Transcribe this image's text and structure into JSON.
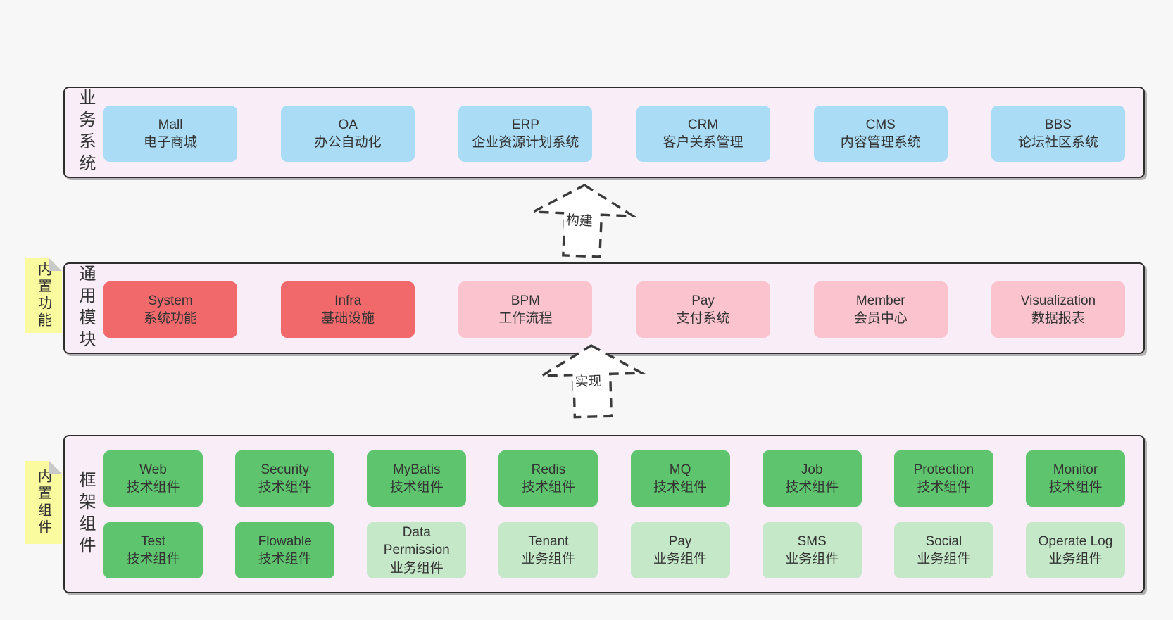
{
  "colors": {
    "page_bg": "#f7f7f7",
    "band_bg": "#f9eef8",
    "band_border": "#2e2e2e",
    "blue_box": "#aadcf5",
    "red_box": "#f2696c",
    "pink_box": "#fac3cd",
    "green_box": "#5ec46d",
    "light_green_box": "#c5e8c8",
    "sticky_yellow": "#fafa9e",
    "text": "#333333"
  },
  "arrows": [
    {
      "label": "构建"
    },
    {
      "label": "实现"
    }
  ],
  "bands": [
    {
      "label": "业务系统",
      "rows": [
        [
          {
            "en": "Mall",
            "zh": "电子商城"
          },
          {
            "en": "OA",
            "zh": "办公自动化"
          },
          {
            "en": "ERP",
            "zh": "企业资源计划系统"
          },
          {
            "en": "CRM",
            "zh": "客户关系管理"
          },
          {
            "en": "CMS",
            "zh": "内容管理系统"
          },
          {
            "en": "BBS",
            "zh": "论坛社区系统"
          }
        ]
      ]
    },
    {
      "label": "通用模块",
      "sticky": "内置功能",
      "rows": [
        [
          {
            "en": "System",
            "zh": "系统功能"
          },
          {
            "en": "Infra",
            "zh": "基础设施"
          },
          {
            "en": "BPM",
            "zh": "工作流程"
          },
          {
            "en": "Pay",
            "zh": "支付系统"
          },
          {
            "en": "Member",
            "zh": "会员中心"
          },
          {
            "en": "Visualization",
            "zh": "数据报表"
          }
        ]
      ]
    },
    {
      "label": "框架组件",
      "sticky": "内置组件",
      "rows": [
        [
          {
            "en": "Web",
            "zh": "技术组件"
          },
          {
            "en": "Security",
            "zh": "技术组件"
          },
          {
            "en": "MyBatis",
            "zh": "技术组件"
          },
          {
            "en": "Redis",
            "zh": "技术组件"
          },
          {
            "en": "MQ",
            "zh": "技术组件"
          },
          {
            "en": "Job",
            "zh": "技术组件"
          },
          {
            "en": "Protection",
            "zh": "技术组件"
          },
          {
            "en": "Monitor",
            "zh": "技术组件"
          }
        ],
        [
          {
            "en": "Test",
            "zh": "技术组件"
          },
          {
            "en": "Flowable",
            "zh": "技术组件"
          },
          {
            "en": "Data Permission",
            "zh": "业务组件"
          },
          {
            "en": "Tenant",
            "zh": "业务组件"
          },
          {
            "en": "Pay",
            "zh": "业务组件"
          },
          {
            "en": "SMS",
            "zh": "业务组件"
          },
          {
            "en": "Social",
            "zh": "业务组件"
          },
          {
            "en": "Operate Log",
            "zh": "业务组件"
          }
        ]
      ]
    }
  ]
}
